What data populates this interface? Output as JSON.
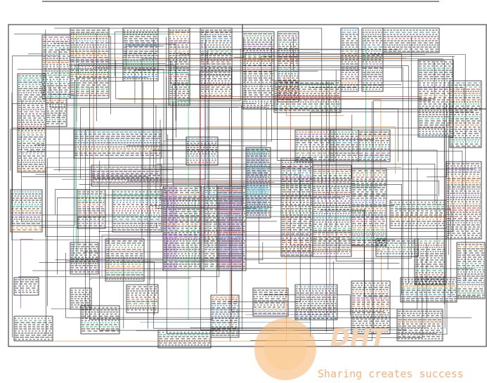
{
  "watermark": {
    "slogan": "Sharing creates success",
    "logo_text": "DHT",
    "color": "#f2a15c"
  },
  "diagram": {
    "type": "electrical-schematic",
    "line_color": "#222222",
    "wire_colors": [
      "#c0392b",
      "#2e86c1",
      "#8e44ad",
      "#27ae60",
      "#e67e22",
      "#16a085",
      "#d35400"
    ],
    "highlight_panel_color": "#c9a6e0",
    "highlight_panel_color_2": "#9fb8d9"
  }
}
